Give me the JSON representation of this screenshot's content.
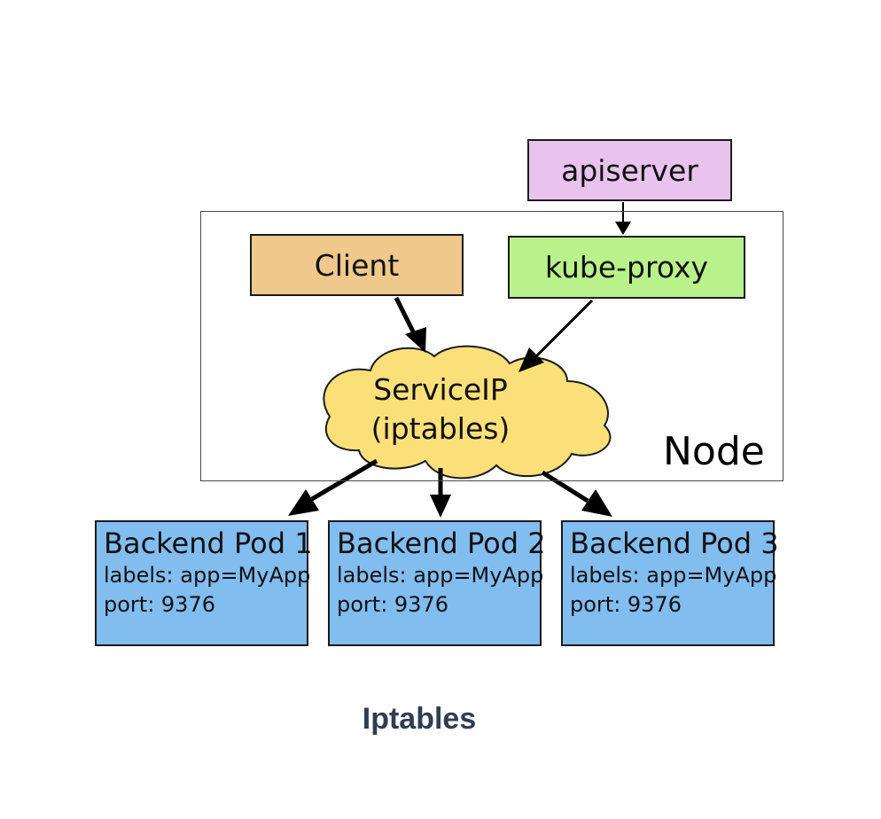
{
  "diagram": {
    "node_label": "Node",
    "apiserver": "apiserver",
    "client": "Client",
    "kube_proxy": "kube-proxy",
    "service_ip": {
      "line1": "ServiceIP",
      "line2": "(iptables)"
    },
    "pods": [
      {
        "title": "Backend Pod 1",
        "labels": "labels: app=MyApp",
        "port": "port: 9376"
      },
      {
        "title": "Backend Pod 2",
        "labels": "labels: app=MyApp",
        "port": "port: 9376"
      },
      {
        "title": "Backend Pod 3",
        "labels": "labels: app=MyApp",
        "port": "port: 9376"
      }
    ],
    "colors": {
      "apiserver": "#e9c3ee",
      "client": "#eec98b",
      "kube_proxy": "#b9f28a",
      "service_cloud": "#fbe07a",
      "pod": "#82bdf0"
    }
  },
  "caption": "Iptables"
}
